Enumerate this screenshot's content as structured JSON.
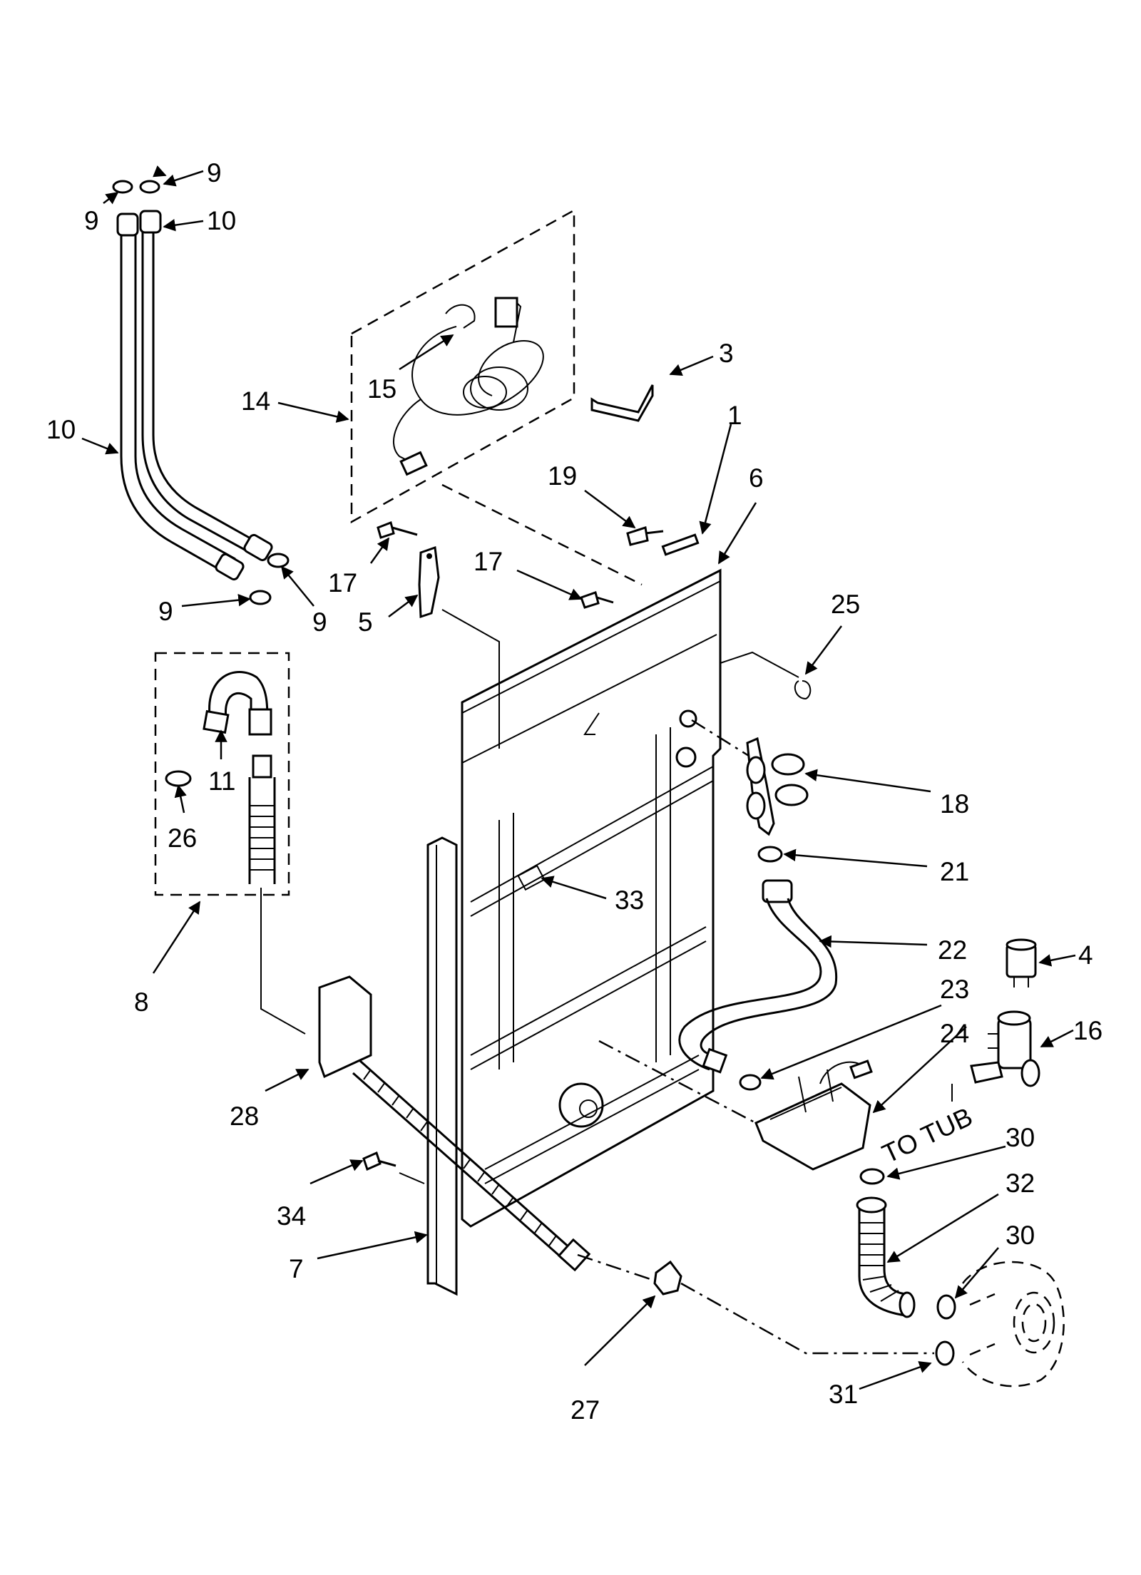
{
  "callouts": [
    {
      "id": "c9a",
      "text": "9"
    },
    {
      "id": "c9b",
      "text": "9"
    },
    {
      "id": "c10a",
      "text": "10"
    },
    {
      "id": "c10b",
      "text": "10"
    },
    {
      "id": "c9c",
      "text": "9"
    },
    {
      "id": "c9d",
      "text": "9"
    },
    {
      "id": "c14",
      "text": "14"
    },
    {
      "id": "c15",
      "text": "15"
    },
    {
      "id": "c3",
      "text": "3"
    },
    {
      "id": "c1",
      "text": "1"
    },
    {
      "id": "c6",
      "text": "6"
    },
    {
      "id": "c19",
      "text": "19"
    },
    {
      "id": "c17a",
      "text": "17"
    },
    {
      "id": "c17b",
      "text": "17"
    },
    {
      "id": "c5",
      "text": "5"
    },
    {
      "id": "c25",
      "text": "25"
    },
    {
      "id": "c11",
      "text": "11"
    },
    {
      "id": "c26",
      "text": "26"
    },
    {
      "id": "c8",
      "text": "8"
    },
    {
      "id": "c18",
      "text": "18"
    },
    {
      "id": "c21",
      "text": "21"
    },
    {
      "id": "c33",
      "text": "33"
    },
    {
      "id": "c22",
      "text": "22"
    },
    {
      "id": "c4",
      "text": "4"
    },
    {
      "id": "c23",
      "text": "23"
    },
    {
      "id": "c24",
      "text": "24"
    },
    {
      "id": "c16",
      "text": "16"
    },
    {
      "id": "c28",
      "text": "28"
    },
    {
      "id": "c30a",
      "text": "30"
    },
    {
      "id": "c32",
      "text": "32"
    },
    {
      "id": "c30b",
      "text": "30"
    },
    {
      "id": "c34",
      "text": "34"
    },
    {
      "id": "c7",
      "text": "7"
    },
    {
      "id": "c27",
      "text": "27"
    },
    {
      "id": "c31",
      "text": "31"
    }
  ],
  "annotation": {
    "to_tub": "TO TUB"
  }
}
